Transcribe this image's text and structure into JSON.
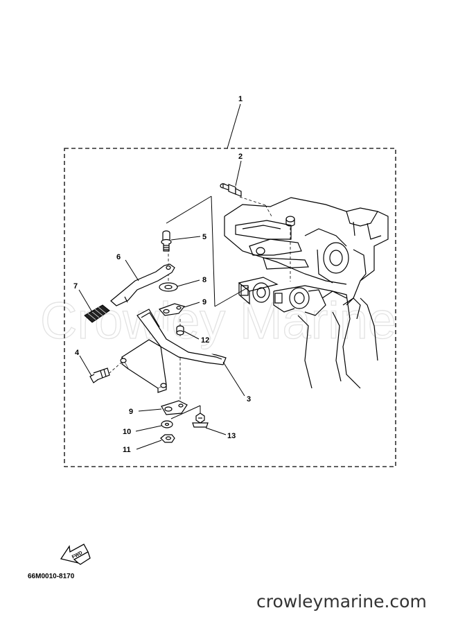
{
  "watermark": "Crowley Marine",
  "callouts": {
    "c1": "1",
    "c2": "2",
    "c3": "3",
    "c4": "4",
    "c5": "5",
    "c6": "6",
    "c7": "7",
    "c8": "8",
    "c9a": "9",
    "c9b": "9",
    "c10": "10",
    "c11": "11",
    "c12": "12",
    "c13": "13"
  },
  "fwd_label": "FWD",
  "diagram_code": "66M0010-8170",
  "footer_url": "crowleymarine.com"
}
